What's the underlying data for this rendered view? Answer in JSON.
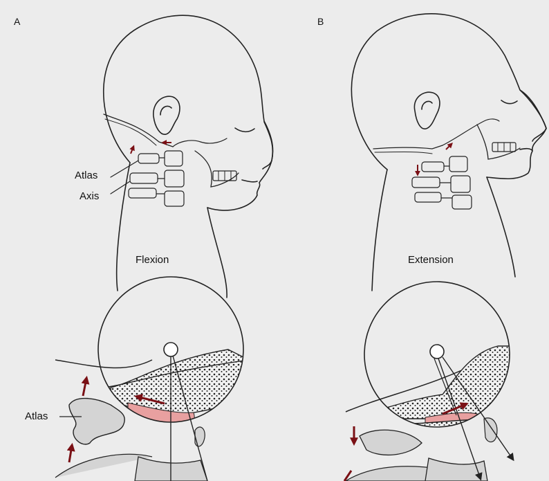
{
  "panels": [
    {
      "letter": "A",
      "caption": "Flexion",
      "labels": [
        "Atlas",
        "Axis"
      ],
      "inset_label": "Atlas"
    },
    {
      "letter": "B",
      "caption": "Extension"
    }
  ],
  "colors": {
    "background": "#ececec",
    "line": "#222222",
    "arrow": "#7a1015",
    "cartilage": "#e8a0a0",
    "bone_fill": "#d4d4d4"
  }
}
